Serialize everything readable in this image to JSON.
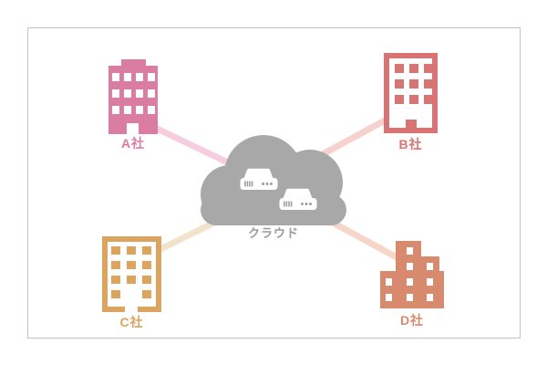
{
  "diagram": {
    "type": "cloud-network-diagram",
    "frame_border_color": "#c3c3c3",
    "cloud": {
      "label": "クラウド",
      "color": "#a8a8a8",
      "label_color": "#9b9b9b",
      "server_icon_count": 2,
      "server_icon_color": "#ffffff",
      "server_mark_color": "#a0a0a0"
    },
    "companies": [
      {
        "id": "A",
        "label": "A社",
        "color": "#db7ca3",
        "line_color": "#f6cedd",
        "building_style": "solid",
        "position": "top-left"
      },
      {
        "id": "B",
        "label": "B社",
        "color": "#d97474",
        "line_color": "#f6d2cf",
        "building_style": "outlined",
        "position": "top-right"
      },
      {
        "id": "C",
        "label": "C社",
        "color": "#dba45f",
        "line_color": "#f2e4cc",
        "building_style": "outlined",
        "position": "bottom-left"
      },
      {
        "id": "D",
        "label": "D社",
        "color": "#d88a6e",
        "line_color": "#f5d6c8",
        "building_style": "solid",
        "position": "bottom-right"
      }
    ]
  }
}
